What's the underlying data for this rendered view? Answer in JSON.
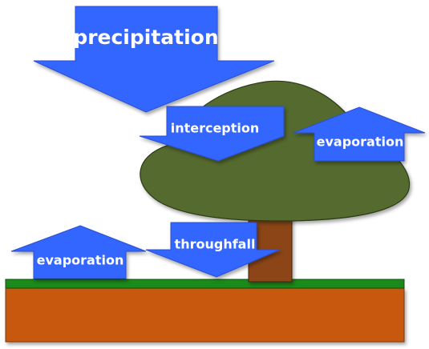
{
  "labels": {
    "precipitation": "precipitation",
    "interception": "interception",
    "evaporation_canopy": "evaporation",
    "evaporation_ground": "evaporation",
    "throughfall": "throughfall"
  },
  "colors": {
    "arrow_fill": "#3366ff",
    "arrow_stroke": "#2a4fd0",
    "canopy": "#556b2f",
    "trunk": "#8b4513",
    "grass": "#1a8a1a",
    "soil": "#c8590a",
    "label_text": "#ffffff"
  }
}
